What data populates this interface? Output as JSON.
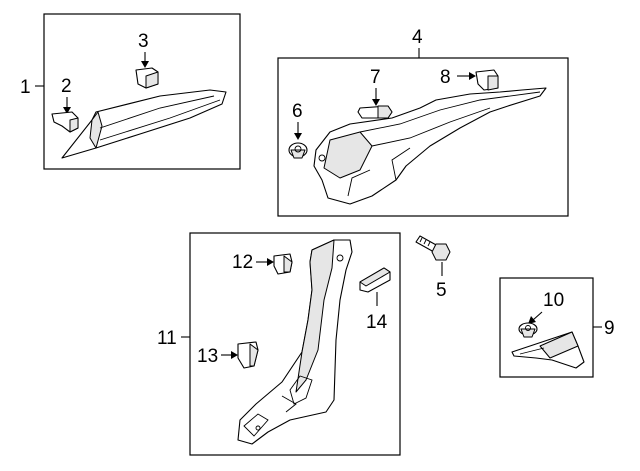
{
  "callouts": {
    "c1": "1",
    "c2": "2",
    "c3": "3",
    "c4": "4",
    "c5": "5",
    "c6": "6",
    "c7": "7",
    "c8": "8",
    "c9": "9",
    "c10": "10",
    "c11": "11",
    "c12": "12",
    "c13": "13",
    "c14": "14"
  },
  "colors": {
    "line": "#000000",
    "fill": "#ffffff",
    "shade": "#e6e6e6"
  },
  "icons": [
    "clip-icon",
    "fastener-icon",
    "bolt-icon",
    "screw-icon",
    "retainer-icon"
  ]
}
